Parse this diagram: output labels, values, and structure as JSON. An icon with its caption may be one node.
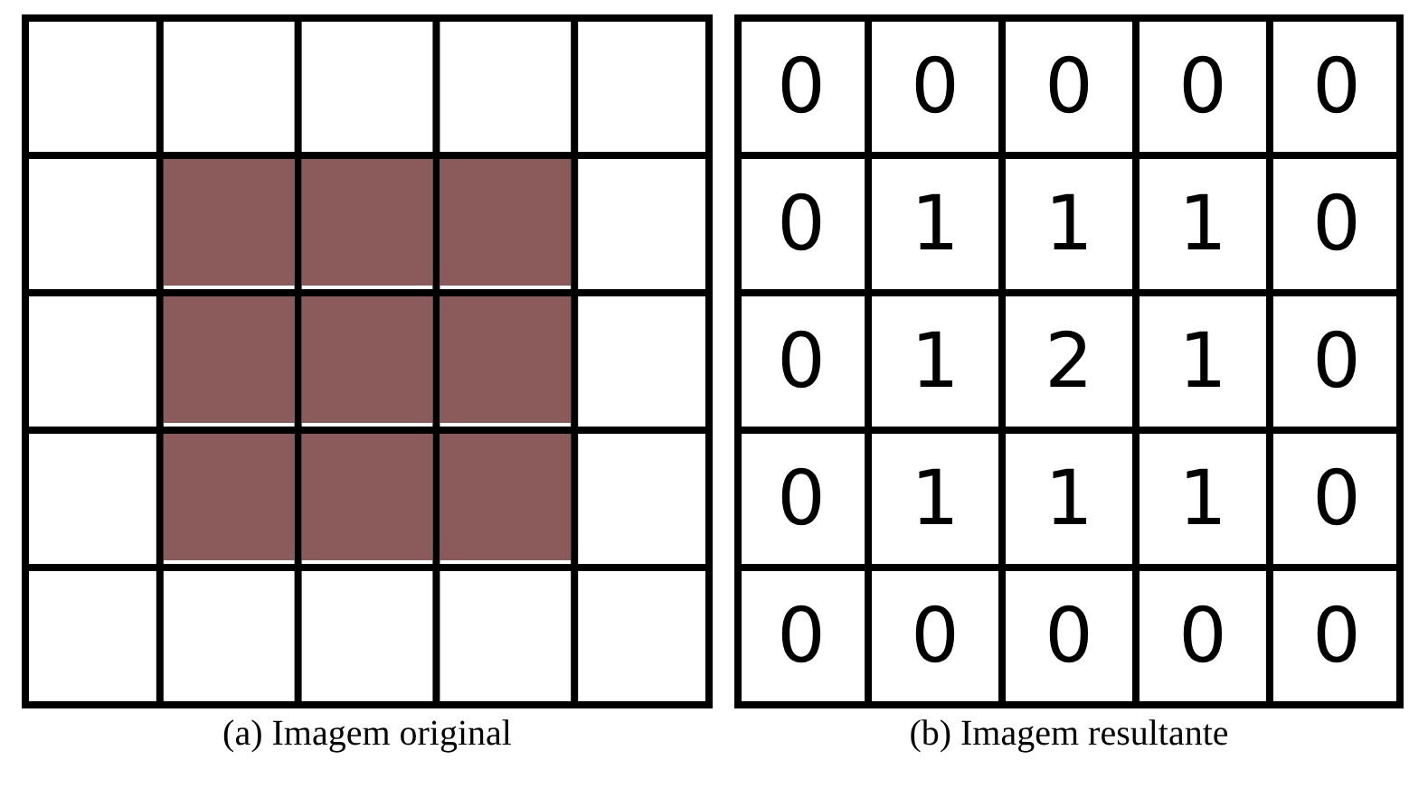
{
  "diagram": {
    "nodes": [
      {
        "text": [
          "(a) Imagem original"
        ]
      },
      {
        "text": [
          "(b) Imagem resultante"
        ]
      }
    ],
    "labels": [
      "0",
      "0",
      "0",
      "0",
      "0",
      "0",
      "1",
      "1",
      "1",
      "0",
      "0",
      "1",
      "2",
      "1",
      "0",
      "0",
      "1",
      "1",
      "1",
      "0",
      "0",
      "0",
      "0",
      "0",
      "0"
    ]
  }
}
